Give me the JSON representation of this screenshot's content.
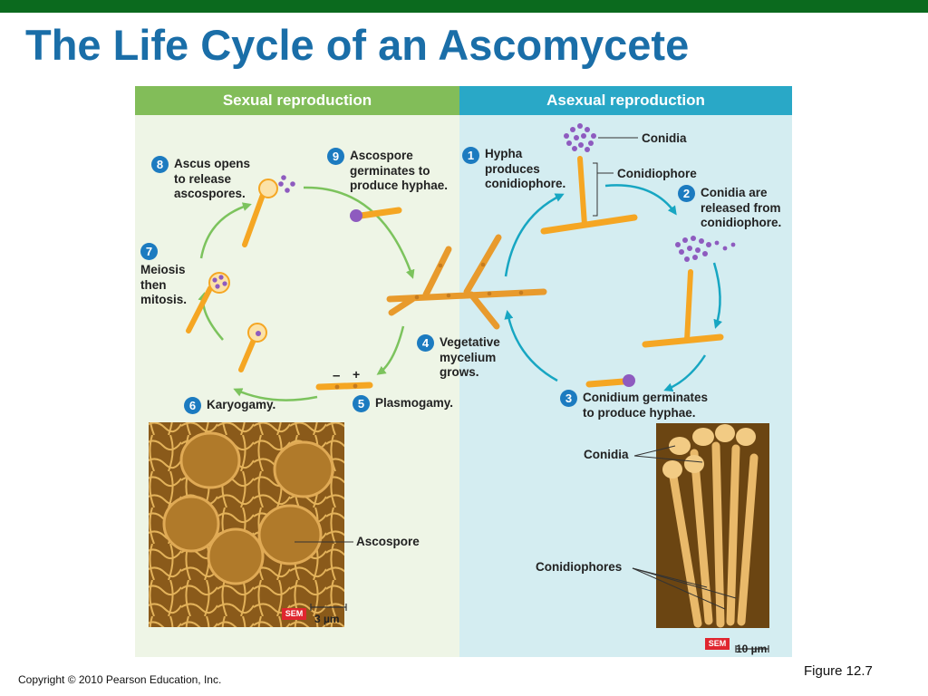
{
  "slide": {
    "title": "The Life Cycle of an Ascomycete",
    "figure": "Figure 12.7",
    "copyright": "Copyright © 2010 Pearson Education, Inc."
  },
  "colors": {
    "title": "#1a6ea8",
    "top_bar": "#0b6a1e",
    "sexual_header": "#82bd59",
    "asexual_header": "#29a8c7",
    "sexual_panel": "#eef5e6",
    "asexual_panel": "#d4edf1",
    "step_badge": "#1c7bc0",
    "hypha": "#f5a623",
    "spore": "#8e5bbf",
    "sem_tag": "#e0262f"
  },
  "headers": {
    "sexual": "Sexual reproduction",
    "asexual": "Asexual reproduction"
  },
  "steps": [
    {
      "num": "1",
      "text": "Hypha\nproduces\nconidiophore."
    },
    {
      "num": "2",
      "text": "Conidia are\nreleased from\nconidiophore."
    },
    {
      "num": "3",
      "text": "Conidium germinates\nto produce hyphae."
    },
    {
      "num": "4",
      "text": "Vegetative\nmycelium\ngrows."
    },
    {
      "num": "5",
      "text": "Plasmogamy."
    },
    {
      "num": "6",
      "text": "Karyogamy."
    },
    {
      "num": "7",
      "text": "Meiosis\nthen\nmitosis."
    },
    {
      "num": "8",
      "text": "Ascus opens\nto release\nascospores."
    },
    {
      "num": "9",
      "text": "Ascospore\ngerminates to\nproduce hyphae."
    }
  ],
  "labels": {
    "conidia": "Conidia",
    "conidiophore": "Conidiophore",
    "ascospore": "Ascospore",
    "conidia_sem": "Conidia",
    "conidiophores_sem": "Conidiophores",
    "minus": "–",
    "plus": "+"
  },
  "micrographs": {
    "left": {
      "tag": "SEM",
      "scale": "3 µm"
    },
    "right": {
      "tag": "SEM",
      "scale": "10 µm"
    }
  }
}
